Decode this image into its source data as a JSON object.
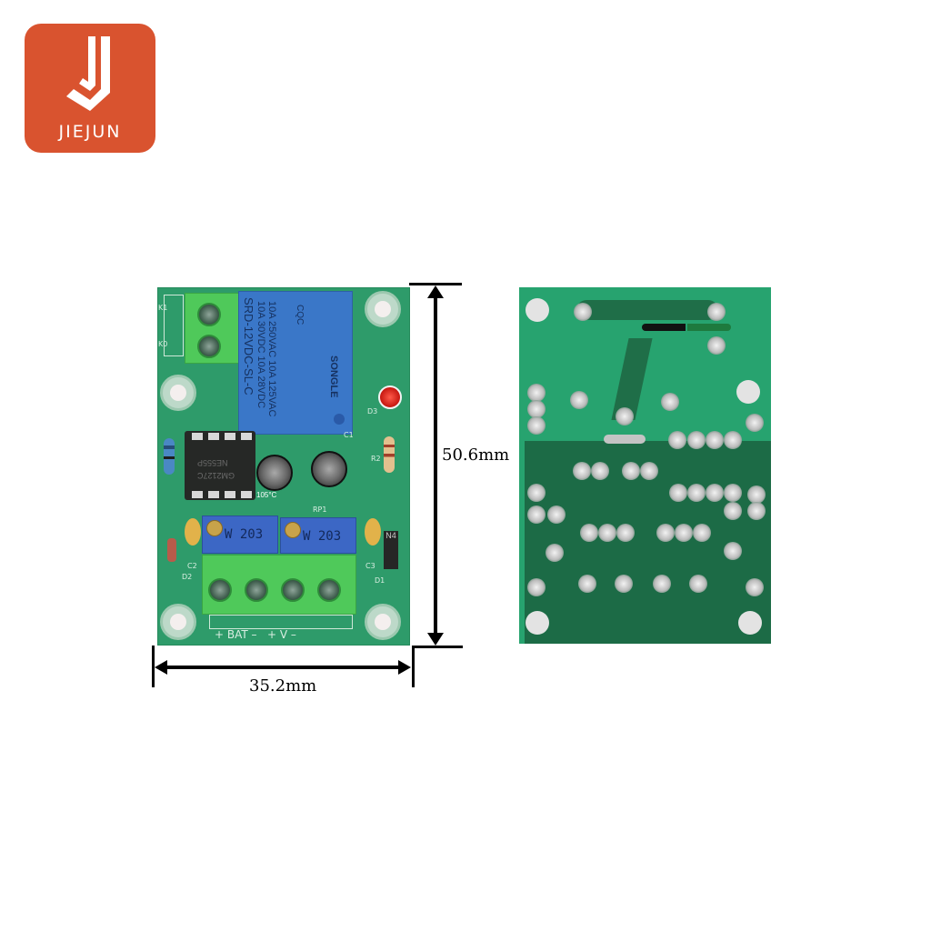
{
  "brand": {
    "logo_letter": "J",
    "logo_text": "JIEJUN",
    "logo_color": "#d9532f"
  },
  "front_board": {
    "relay": {
      "lines": [
        "10A 250VAC 10A 125VAC",
        "10A 30VDC 10A 28VDC",
        "SRD-12VDC-SL-C"
      ],
      "brand": "SONGLE",
      "cert": "CQC"
    },
    "chip": {
      "line1": "NE555P",
      "line2": "GM2127C"
    },
    "capacitor_temp": "105°C",
    "potentiometers": [
      {
        "label": "W 203"
      },
      {
        "label": "W 203"
      }
    ],
    "potentiometer_ref": "RP1",
    "silkscreen": {
      "left_top": "K1",
      "left_bottom": "K0",
      "c1": "C1",
      "c2": "C2",
      "c3": "C3",
      "d1": "D1",
      "d2": "D2",
      "d3": "D3",
      "r2": "R2",
      "diode_text": "N4",
      "bottom_terminal_labels": "+ BAT –   + V –"
    }
  },
  "dimensions": {
    "height": "50.6mm",
    "width": "35.2mm"
  }
}
